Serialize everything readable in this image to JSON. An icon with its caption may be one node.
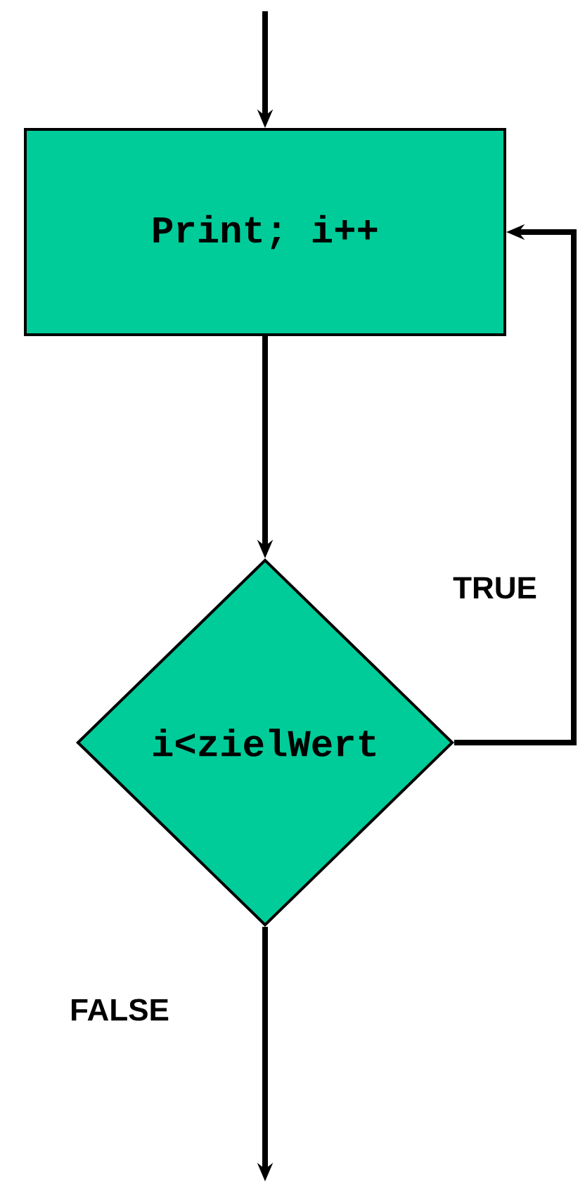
{
  "diagram": {
    "nodes": [
      {
        "text": [
          "Print; i++"
        ]
      },
      {
        "text": [
          "i<zielWert"
        ]
      }
    ],
    "edges": [
      {
        "from": null,
        "to": 0,
        "arrow": "to"
      },
      {
        "from": 0,
        "to": 1,
        "arrow": "to"
      },
      {
        "from": 1,
        "to": 0,
        "arrow": "to",
        "label": "TRUE"
      },
      {
        "from": 1,
        "to": null,
        "arrow": "to",
        "label": "FALSE"
      }
    ]
  }
}
